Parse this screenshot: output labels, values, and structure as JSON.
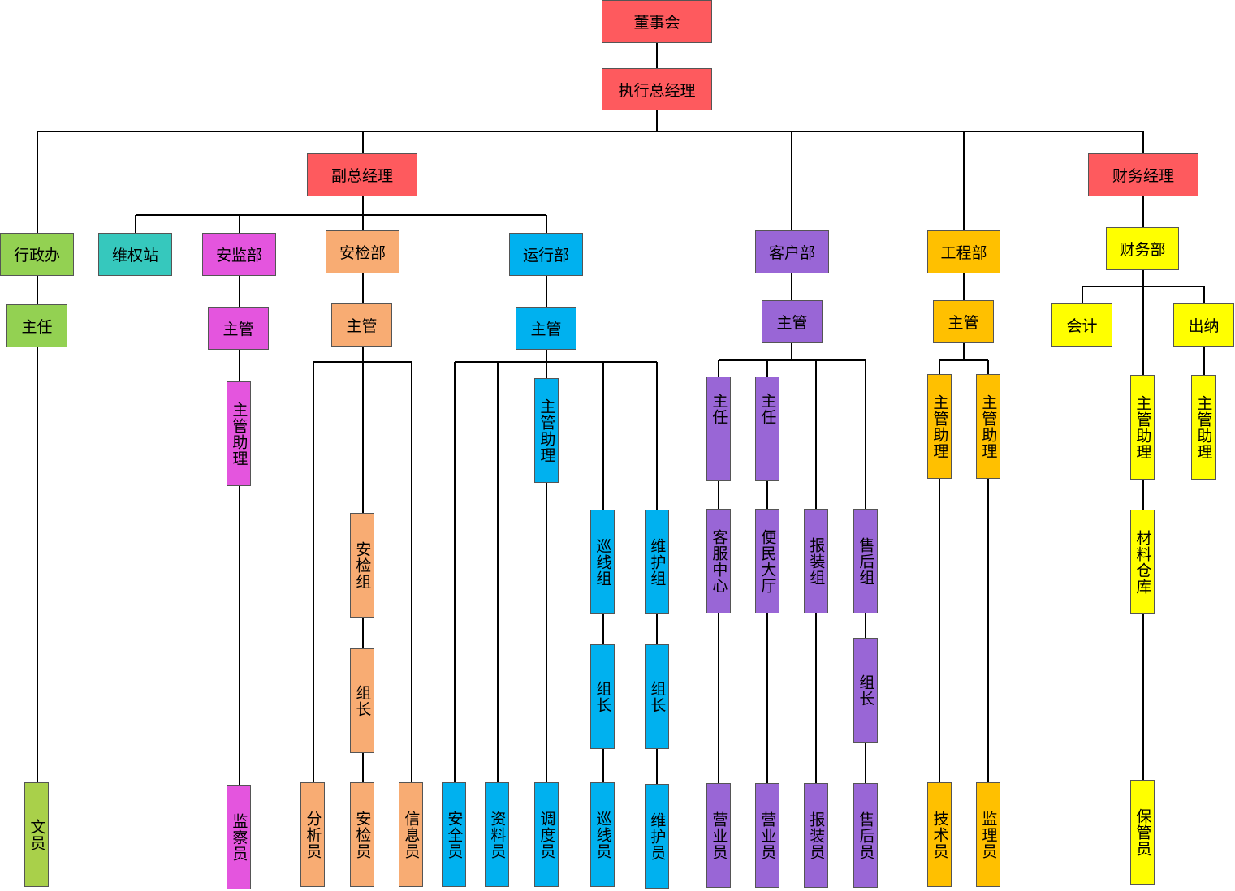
{
  "colors": {
    "red": "#fe5a5e",
    "green": "#93d152",
    "teal": "#36c8bd",
    "magenta": "#e455de",
    "orange": "#f8ac73",
    "blue": "#00b1ef",
    "purple": "#9966d6",
    "amber": "#ffc000",
    "yellow": "#ffff00",
    "olive": "#a9d04a",
    "line": "#000000"
  },
  "top": {
    "board": "董事会",
    "ceo": "执行总经理"
  },
  "level2": {
    "vice_gm": "副总经理",
    "finance_manager": "财务经理"
  },
  "admin": {
    "dept": "行政办",
    "director": "主任",
    "clerk": "文员"
  },
  "rights_station": {
    "dept": "维权站"
  },
  "supervision": {
    "dept": "安监部",
    "supervisor": "主管",
    "assistant": "主管助理",
    "inspector": "监察员"
  },
  "safety_check": {
    "dept": "安检部",
    "supervisor": "主管",
    "team": "安检组",
    "leader": "组长",
    "analyst": "分析员",
    "inspector": "安检员",
    "info": "信息员"
  },
  "operations": {
    "dept": "运行部",
    "supervisor": "主管",
    "assistant": "主管助理",
    "patrol_team": "巡线组",
    "maint_team": "维护组",
    "patrol_leader": "组长",
    "maint_leader": "组长",
    "safety": "安全员",
    "docs": "资料员",
    "dispatcher": "调度员",
    "patrol": "巡线员",
    "maint": "维护员"
  },
  "customer": {
    "dept": "客户部",
    "supervisor": "主管",
    "director1": "主任",
    "director2": "主任",
    "service_center": "客服中心",
    "convenience_hall": "便民大厅",
    "install_team": "报装组",
    "aftersale_team": "售后组",
    "aftersale_leader": "组长",
    "sales1": "营业员",
    "sales2": "营业员",
    "installer": "报装员",
    "aftersale": "售后员"
  },
  "engineering": {
    "dept": "工程部",
    "supervisor": "主管",
    "assistant1": "主管助理",
    "assistant2": "主管助理",
    "technician": "技术员",
    "supervisor_staff": "监理员"
  },
  "finance": {
    "dept": "财务部",
    "accountant": "会计",
    "cashier": "出纳",
    "assistant1": "主管助理",
    "assistant2": "主管助理",
    "warehouse": "材料仓库",
    "keeper": "保管员"
  }
}
